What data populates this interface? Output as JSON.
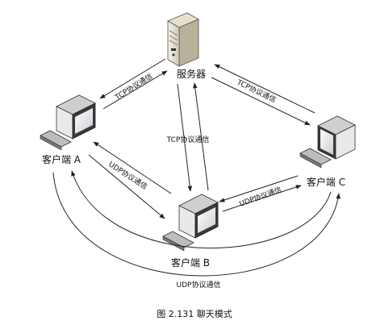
{
  "nodes": {
    "server": {
      "label": "服务器"
    },
    "client_a": {
      "label": "客户端 A"
    },
    "client_b": {
      "label": "客户端 B"
    },
    "client_c": {
      "label": "客户端 C"
    }
  },
  "edges": {
    "server_a": "TCP协议通信",
    "server_c": "TCP协议通信",
    "server_b": "TCP协议通信",
    "a_b": "UDP协议通信",
    "b_c": "UDP协议通信",
    "a_c": "UDP协议通信"
  },
  "caption": "图 2.131 聊天模式"
}
